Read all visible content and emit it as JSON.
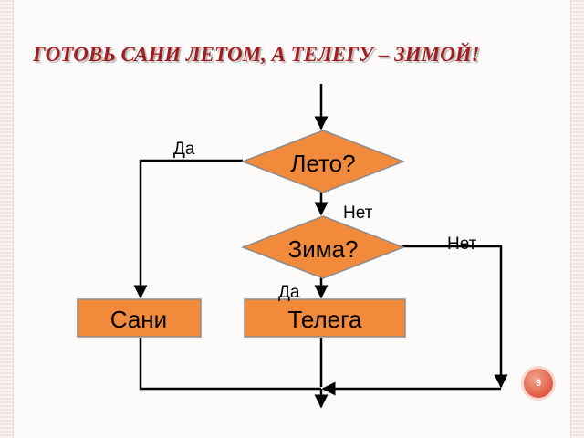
{
  "slide": {
    "title": "ГОТОВЬ САНИ ЛЕТОМ, А ТЕЛЕГУ – ЗИМОЙ!",
    "page_number": "9"
  },
  "flowchart": {
    "decision_summer": "Лето?",
    "decision_winter": "Зима?",
    "box_sled": "Сани",
    "box_cart": "Телега",
    "label_summer_yes": "Да",
    "label_summer_no": "Нет",
    "label_winter_no": "Нет",
    "label_winter_yes": "Да"
  },
  "colors": {
    "shape_fill": "#f28a3c",
    "shape_stroke": "#8c8c8c",
    "line": "#000000",
    "title": "#a31f1f"
  }
}
